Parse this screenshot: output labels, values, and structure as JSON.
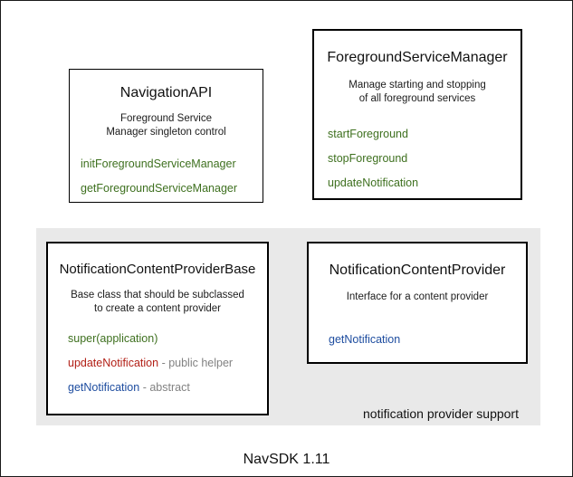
{
  "diagram": {
    "footer": "NavSDK 1.11",
    "group_label": "notification provider support",
    "colors": {
      "green": "#3e701f",
      "red": "#b21f16",
      "blue": "#1d4c9f",
      "gray": "#828282",
      "panel": "#e9e9e9"
    },
    "boxes": [
      {
        "title": "NavigationAPI",
        "description": [
          "Foreground Service",
          "Manager singleton control"
        ],
        "methods": [
          {
            "name": "initForegroundServiceManager",
            "color": "green"
          },
          {
            "name": "getForegroundServiceManager",
            "color": "green"
          }
        ]
      },
      {
        "title": "ForegroundServiceManager",
        "description": [
          "Manage starting and stopping",
          "of all foreground services"
        ],
        "methods": [
          {
            "name": "startForeground",
            "color": "green"
          },
          {
            "name": "stopForeground",
            "color": "green"
          },
          {
            "name": "updateNotification",
            "color": "green"
          }
        ]
      },
      {
        "title": "NotificationContentProviderBase",
        "description": [
          "Base class that should be subclassed",
          "to create a content provider"
        ],
        "methods": [
          {
            "name": "super(application)",
            "color": "green"
          },
          {
            "name": "updateNotification",
            "color": "red",
            "suffix": "- public helper"
          },
          {
            "name": "getNotification",
            "color": "blue",
            "suffix": "- abstract"
          }
        ]
      },
      {
        "title": "NotificationContentProvider",
        "description": [
          "Interface for a content provider"
        ],
        "methods": [
          {
            "name": "getNotification",
            "color": "blue"
          }
        ]
      }
    ]
  }
}
